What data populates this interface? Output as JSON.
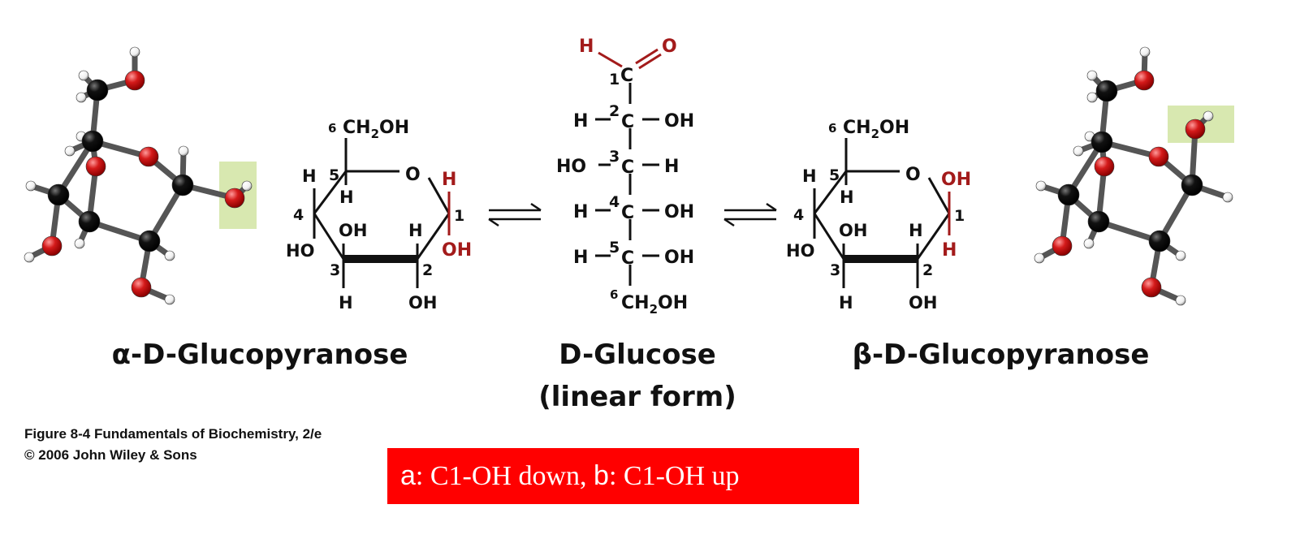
{
  "labels": {
    "alpha_name": "α-D-Glucopyranose",
    "linear_name_line1": "D-Glucose",
    "linear_name_line2": "(linear form)",
    "beta_name": "β-D-Glucopyranose"
  },
  "caption": {
    "line1": "Figure 8-4  Fundamentals of Biochemistry, 2/e",
    "line2": "© 2006 John Wiley & Sons"
  },
  "note": {
    "a": "a",
    "a_text": ": C1-OH down, ",
    "b": "b",
    "b_text": ": C1-OH up"
  },
  "ring": {
    "c6": "6",
    "ch2oh": "CH",
    "sub2": "2",
    "oh": "OH",
    "o": "O",
    "h": "H",
    "ho": "HO",
    "n1": "1",
    "n2": "2",
    "n3": "3",
    "n4": "4",
    "n5": "5"
  },
  "linear": {
    "h": "H",
    "o": "O",
    "c": "C",
    "oh": "OH",
    "ho": "HO",
    "n1": "1",
    "n2": "2",
    "n3": "3",
    "n4": "4",
    "n5": "5",
    "n6": "6",
    "ch2oh": "CH",
    "sub2": "2"
  },
  "colors": {
    "highlight_red": "#a31b1b",
    "note_background": "#ff0000",
    "atom_carbon": "#111111",
    "atom_oxygen": "#d41a1a",
    "atom_hydrogen": "#ffffff",
    "box_highlight": "#d8e8b0"
  }
}
